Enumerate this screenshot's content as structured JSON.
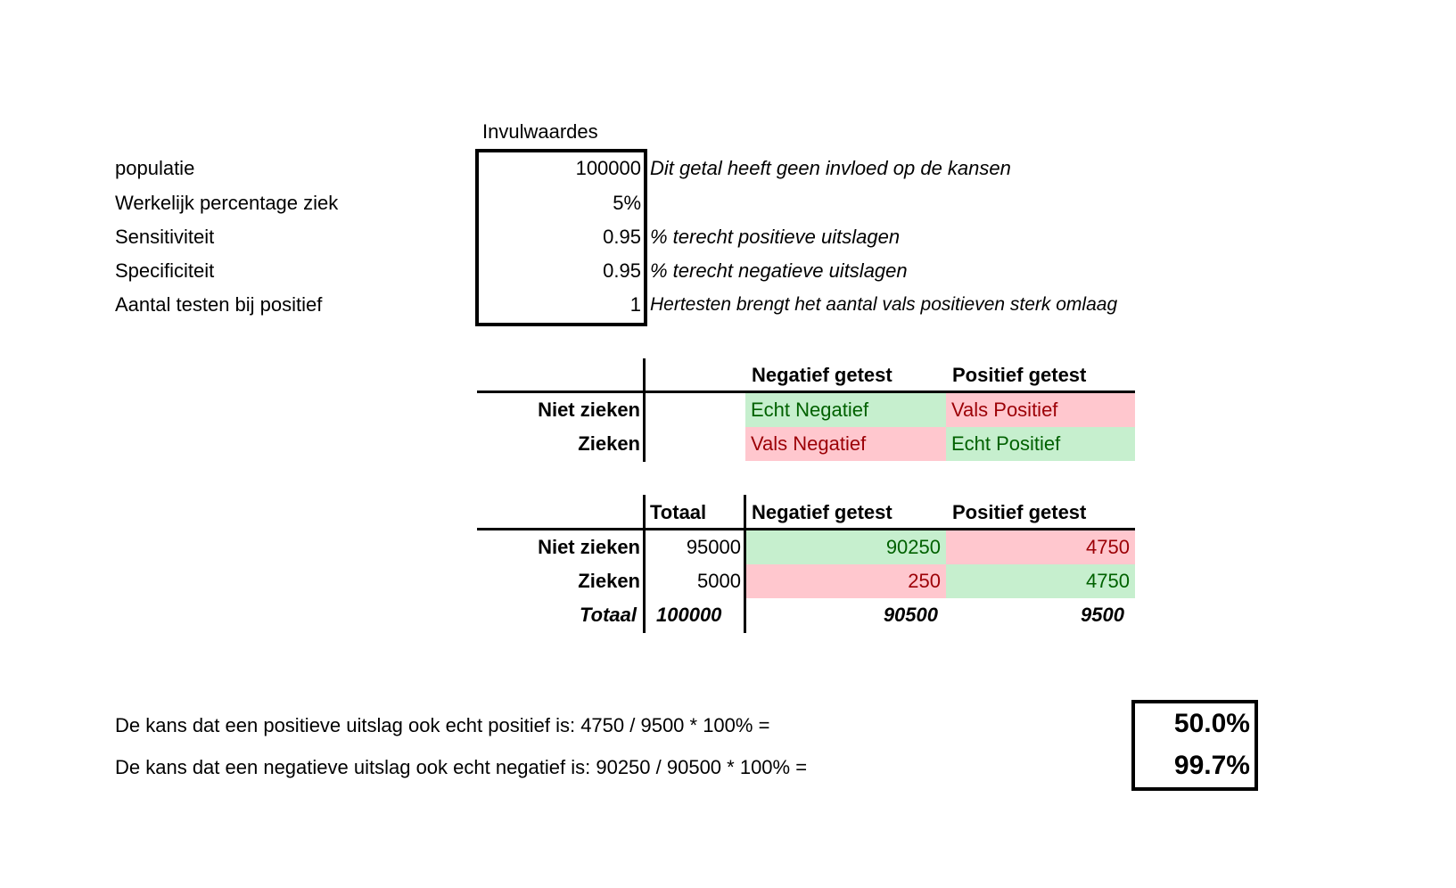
{
  "inputs": {
    "header": "Invulwaardes",
    "rows": [
      {
        "label": "populatie",
        "value": "100000",
        "comment": "Dit getal heeft geen invloed op de kansen"
      },
      {
        "label": "Werkelijk percentage ziek",
        "value": "5%",
        "comment": ""
      },
      {
        "label": "Sensitiviteit",
        "value": "0.95",
        "comment": "% terecht positieve uitslagen"
      },
      {
        "label": "Specificiteit",
        "value": "0.95",
        "comment": "% terecht negatieve uitslagen"
      },
      {
        "label": "Aantal testen bij positief",
        "value": "1",
        "comment": "Hertesten brengt het aantal vals positieven sterk omlaag"
      }
    ]
  },
  "legend_table": {
    "col_neg": "Negatief getest",
    "col_pos": "Positief getest",
    "rows": [
      {
        "label": "Niet zieken",
        "neg": "Echt Negatief",
        "pos": "Vals Positief"
      },
      {
        "label": "Zieken",
        "neg": "Vals Negatief",
        "pos": "Echt Positief"
      }
    ]
  },
  "counts_table": {
    "col_total": "Totaal",
    "col_neg": "Negatief getest",
    "col_pos": "Positief getest",
    "rows": [
      {
        "label": "Niet zieken",
        "total": "95000",
        "neg": "90250",
        "pos": "4750"
      },
      {
        "label": "Zieken",
        "total": "5000",
        "neg": "250",
        "pos": "4750"
      }
    ],
    "totals": {
      "label": "Totaal",
      "total": "100000",
      "neg": "90500",
      "pos": "9500"
    }
  },
  "results": {
    "ppv_text": "De kans dat een positieve uitslag ook echt positief is: 4750 / 9500 * 100% =",
    "ppv_value": "50.0%",
    "npv_text": "De kans dat een negatieve uitslag ook echt negatief is: 90250 / 90500 * 100% =",
    "npv_value": "99.7%"
  },
  "colors": {
    "good_bg": "#C6EFCE",
    "good_text": "#006100",
    "bad_bg": "#FFC7CE",
    "bad_text": "#9C0006"
  }
}
